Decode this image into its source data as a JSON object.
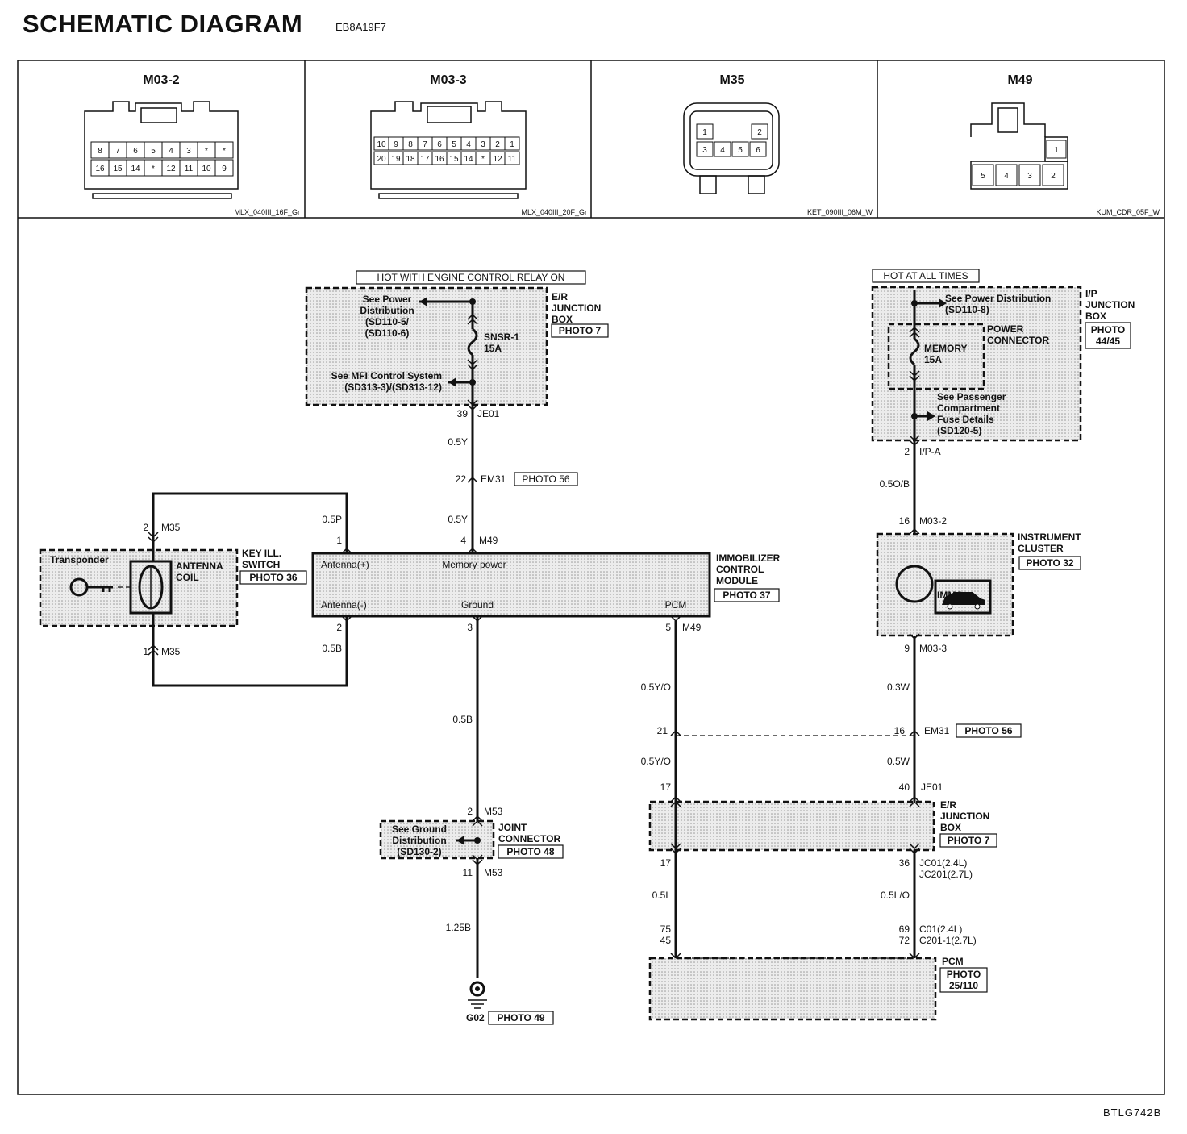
{
  "header": {
    "title": "SCHEMATIC DIAGRAM",
    "code": "EB8A19F7"
  },
  "footer": {
    "code": "BTLG742B"
  },
  "connectors": [
    {
      "name": "M03-2",
      "part": "MLX_040III_16F_Gr",
      "row1": [
        "8",
        "7",
        "6",
        "5",
        "4",
        "3",
        "*",
        "*"
      ],
      "row2": [
        "16",
        "15",
        "14",
        "*",
        "12",
        "11",
        "10",
        "9"
      ]
    },
    {
      "name": "M03-3",
      "part": "MLX_040III_20F_Gr",
      "row1": [
        "10",
        "9",
        "8",
        "7",
        "6",
        "5",
        "4",
        "3",
        "2",
        "1"
      ],
      "row2": [
        "20",
        "19",
        "18",
        "17",
        "16",
        "15",
        "14",
        "*",
        "12",
        "11"
      ]
    },
    {
      "name": "M35",
      "part": "KET_090III_06M_W",
      "row1": [
        "1",
        "2"
      ],
      "row2": [
        "3",
        "4",
        "5",
        "6"
      ]
    },
    {
      "name": "M49",
      "part": "KUM_CDR_05F_W",
      "row1": [
        "1"
      ],
      "row2": [
        "5",
        "4",
        "3",
        "2"
      ]
    }
  ],
  "er_box": {
    "hot_label": "HOT WITH ENGINE CONTROL RELAY ON",
    "see_power": [
      "See Power",
      "Distribution",
      "(SD110-5/",
      "(SD110-6)"
    ],
    "fuse": [
      "SNSR-1",
      "15A"
    ],
    "see_mfi": [
      "See MFI Control System",
      "(SD313-3)/(SD313-12)"
    ],
    "junction": [
      "E/R",
      "JUNCTION",
      "BOX"
    ],
    "photo": "PHOTO 7",
    "pin": "39",
    "conn": "JE01"
  },
  "left_wiring": {
    "w1": "0.5Y",
    "em31_pin": "22",
    "em31": "EM31",
    "em31_photo": "PHOTO 56",
    "w2": "0.5Y",
    "w3": "0.5P",
    "m49_pin1": "1",
    "m49_pin4": "4",
    "m49": "M49"
  },
  "module": {
    "antenna_pos": "Antenna(+)",
    "memory_power": "Memory power",
    "antenna_neg": "Antenna(-)",
    "ground": "Ground",
    "pcm": "PCM",
    "name": [
      "IMMOBILIZER",
      "CONTROL",
      "MODULE"
    ],
    "photo": "PHOTO 37",
    "pin2": "2",
    "pin3": "3",
    "pin5": "5",
    "m49": "M49",
    "w_b": "0.5B"
  },
  "key_switch": {
    "transponder": "Transponder",
    "coil": [
      "ANTENNA",
      "COIL"
    ],
    "name": [
      "KEY ILL.",
      "SWITCH"
    ],
    "photo": "PHOTO 36",
    "m35_pin2": "2",
    "m35_pin1": "1",
    "m35": "M35"
  },
  "ground_path": {
    "w1": "0.5B",
    "m53_pin2": "2",
    "m53": "M53",
    "see_ground": [
      "See Ground",
      "Distribution",
      "(SD130-2)"
    ],
    "joint": [
      "JOINT",
      "CONNECTOR"
    ],
    "photo": "PHOTO 48",
    "m53_pin11": "11",
    "w2": "1.25B",
    "g02": "G02",
    "g02_photo": "PHOTO 49"
  },
  "ip_box": {
    "hot_label": "HOT AT ALL TIMES",
    "see_power": [
      "See Power Distribution",
      "(SD110-8)"
    ],
    "fuse": [
      "MEMORY",
      "15A"
    ],
    "power_connector": [
      "POWER",
      "CONNECTOR"
    ],
    "see_passenger": [
      "See Passenger",
      "Compartment",
      "Fuse Details",
      "(SD120-5)"
    ],
    "junction": [
      "I/P",
      "JUNCTION",
      "BOX"
    ],
    "photo": [
      "PHOTO",
      "44/45"
    ],
    "pin": "2",
    "conn": "I/P-A"
  },
  "right_wiring": {
    "w1": "0.5O/B",
    "m03_2_pin": "16",
    "m03_2": "M03-2",
    "cluster": [
      "INSTRUMENT",
      "CLUSTER"
    ],
    "cluster_photo": "PHOTO 32",
    "immo": "IMMO.",
    "m03_3_pin": "9",
    "m03_3": "M03-3",
    "w2": "0.3W",
    "em31_pin": "16",
    "em31": "EM31",
    "em31_photo": "PHOTO 56",
    "w3": "0.5W",
    "je01_pin": "40",
    "je01": "JE01",
    "er_junction": [
      "E/R",
      "JUNCTION",
      "BOX"
    ],
    "er_photo": "PHOTO 7",
    "jc_pin": "36",
    "jc": [
      "JC01(2.4L)",
      "JC201(2.7L)"
    ],
    "w4": "0.5L/O",
    "c_pin1": "69",
    "c_pin2": "72",
    "c": [
      "C01(2.4L)",
      "C201-1(2.7L)"
    ]
  },
  "pcm_wiring": {
    "w1": "0.5Y/O",
    "em31_pin": "21",
    "w2": "0.5Y/O",
    "je01_pin": "17",
    "jc_pin": "17",
    "w3": "0.5L",
    "c_pin1": "75",
    "c_pin2": "45",
    "pcm": "PCM",
    "photo": [
      "PHOTO",
      "25/110"
    ]
  }
}
